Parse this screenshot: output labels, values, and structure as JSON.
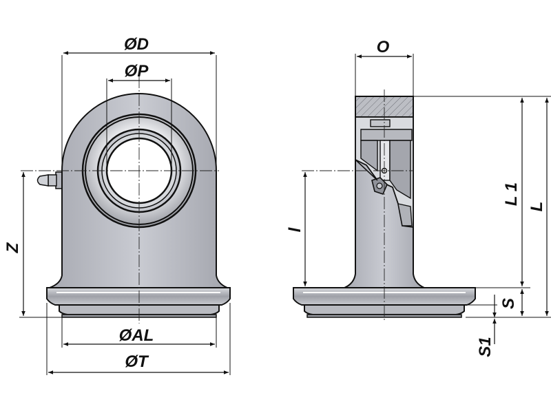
{
  "diagram": {
    "front_view": {
      "labels": {
        "diameter_D": "ØD",
        "diameter_P": "ØP",
        "diameter_AL": "ØAL",
        "diameter_T": "ØT",
        "height_Z": "Z"
      }
    },
    "side_view": {
      "labels": {
        "width_O": "O",
        "length_L1": "L 1",
        "length_L": "L",
        "length_l": "l",
        "thickness_S": "S",
        "thickness_S1": "S1"
      }
    }
  }
}
